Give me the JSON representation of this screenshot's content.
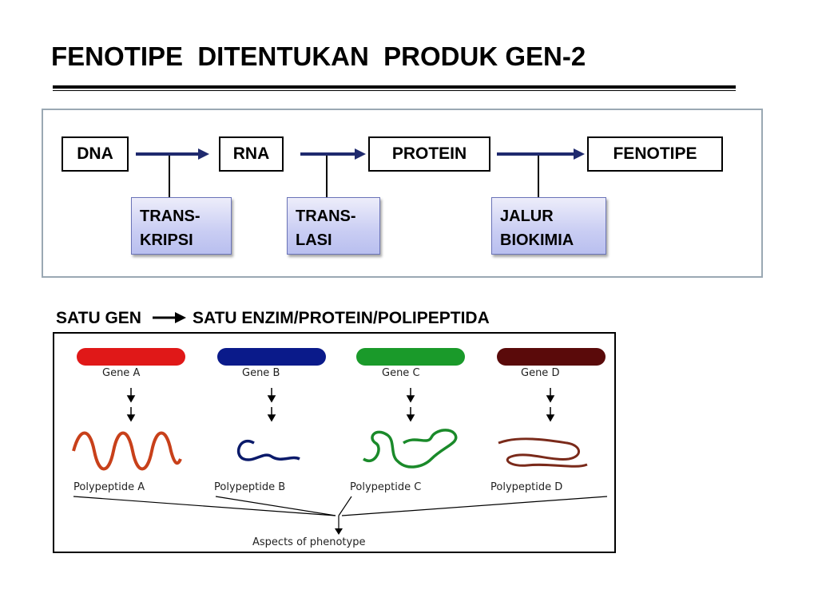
{
  "title": "FENOTIPE  DITENTUKAN  PRODUK GEN-2",
  "flow": {
    "nodes": [
      "DNA",
      "RNA",
      "PROTEIN",
      "FENOTIPE"
    ],
    "processes": [
      {
        "line1": "TRANS-",
        "line2": "KRIPSI"
      },
      {
        "line1": "TRANS-",
        "line2": "LASI"
      },
      {
        "line1": "JALUR",
        "line2": "BIOKIMIA"
      }
    ],
    "arrow_color": "#1f2a6e",
    "process_color": "#c9cdf3"
  },
  "rule": {
    "left": "SATU GEN",
    "right": "SATU ENZIM/PROTEIN/POLIPEPTIDA"
  },
  "genes": [
    {
      "gene": "Gene A",
      "polypeptide": "Polypeptide A",
      "color": "#e01818"
    },
    {
      "gene": "Gene B",
      "polypeptide": "Polypeptide B",
      "color": "#0a1a8a"
    },
    {
      "gene": "Gene C",
      "polypeptide": "Polypeptide C",
      "color": "#1a9a2a"
    },
    {
      "gene": "Gene D",
      "polypeptide": "Polypeptide D",
      "color": "#5a0a0a"
    }
  ],
  "phenotype_label": "Aspects of phenotype"
}
